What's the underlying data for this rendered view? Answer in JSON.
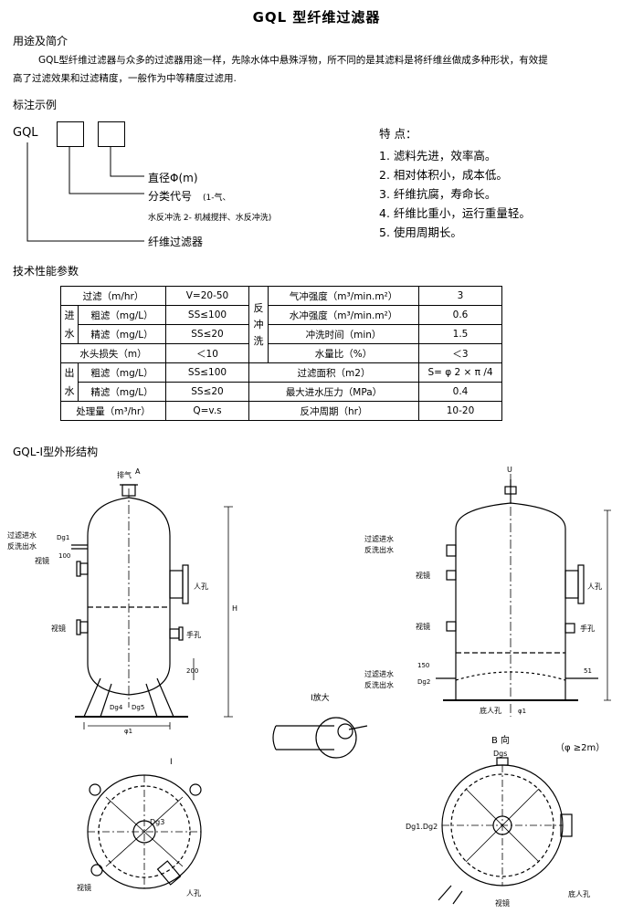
{
  "title": "GQL 型纤维过滤器",
  "intro": {
    "heading": "用途及简介",
    "line1": "GQL型纤维过滤器与众多的过滤器用途一样，先除水体中悬殊浮物，所不同的是其滤料是将纤维丝做成多种形状，有效提",
    "line2": "高了过滤效果和过滤精度，一般作为中等精度过滤用."
  },
  "designation": {
    "heading": "标注示例",
    "code": "GQL",
    "diameter": "直径Φ(m)",
    "class_code": "分类代号",
    "class_note_1": "(1-气、",
    "class_note_2": "水反冲洗 2- 机械搅拌、水反冲洗)",
    "product": "纤维过滤器"
  },
  "features": {
    "heading": "特 点：",
    "items": [
      "1. 滤料先进，效率高。",
      "2. 相对体积小，成本低。",
      "3. 纤维抗腐，寿命长。",
      "4. 纤维比重小，运行重量轻。",
      "5. 使用周期长。"
    ]
  },
  "specs": {
    "heading": "技术性能参数",
    "r1": {
      "a": "过滤（m/hr）",
      "b": "V=20-50",
      "c": "反冲洗",
      "d": "气冲强度（m³/min.m²）",
      "e": "3"
    },
    "r2": {
      "g": "进水",
      "a": "粗滤（mg/L）",
      "b": "SS≤100",
      "d": "水冲强度（m³/min.m²）",
      "e": "0.6"
    },
    "r3": {
      "a": "精滤（mg/L）",
      "b": "SS≤20",
      "d": "冲洗时间（min）",
      "e": "1.5"
    },
    "r4": {
      "a": "水头损失（m）",
      "b": "＜10",
      "d": "水量比（%）",
      "e": "＜3"
    },
    "r5": {
      "g": "出水",
      "a": "粗滤（mg/L）",
      "b": "SS≤100",
      "d": "过滤面积（m2）",
      "e": "S= φ 2 × π /4"
    },
    "r6": {
      "a": "精滤（mg/L）",
      "b": "SS≤20",
      "d": "最大进水压力（MPa）",
      "e": "0.4"
    },
    "r7": {
      "a": "处理量（m³/hr）",
      "b": "Q=v.s",
      "d": "反冲周期（hr）",
      "e": "10-20"
    }
  },
  "structure": {
    "heading": "GQL-Ⅰ型外形结构",
    "l_vent": "排气",
    "l_a": "A",
    "l_inlet": "过滤进水",
    "l_bw_out": "反洗出水",
    "l_dg1": "Dg1",
    "l_100": "100",
    "l_sight1": "视镜",
    "l_manhole": "人孔",
    "l_h": "H",
    "l_sight2": "视镜",
    "l_hand": "手孔",
    "l_200": "200",
    "l_dg4": "Dg4",
    "l_dg5": "Dg5",
    "l_phi1": "φ1",
    "r_inlet": "过滤进水",
    "r_bw_out": "反洗出水",
    "r_sight1": "视镜",
    "r_manhole": "人孔",
    "r_sight2": "视镜",
    "r_hand": "手孔",
    "r_150": "150",
    "r_dg2": "Dg2",
    "r_filter_in": "过滤进水",
    "r_bw_out2": "反洗出水",
    "r_51": "51",
    "r_bottom_manhole": "底人孔",
    "r_phi1": "φ1",
    "r_u": "U",
    "detail_label": "Ⅰ放大",
    "sec_i": "Ⅰ",
    "sec_b": "B 向",
    "sec_b_note": "（φ ≥2m）",
    "b_dgs": "Dgs",
    "b_dg_pair": "Dg1.Dg2",
    "b_bottom_manhole": "底人孔",
    "b_sight": "视镜",
    "i_dg3": "Dg3",
    "i_sight": "视镜",
    "i_manhole": "人孔"
  }
}
